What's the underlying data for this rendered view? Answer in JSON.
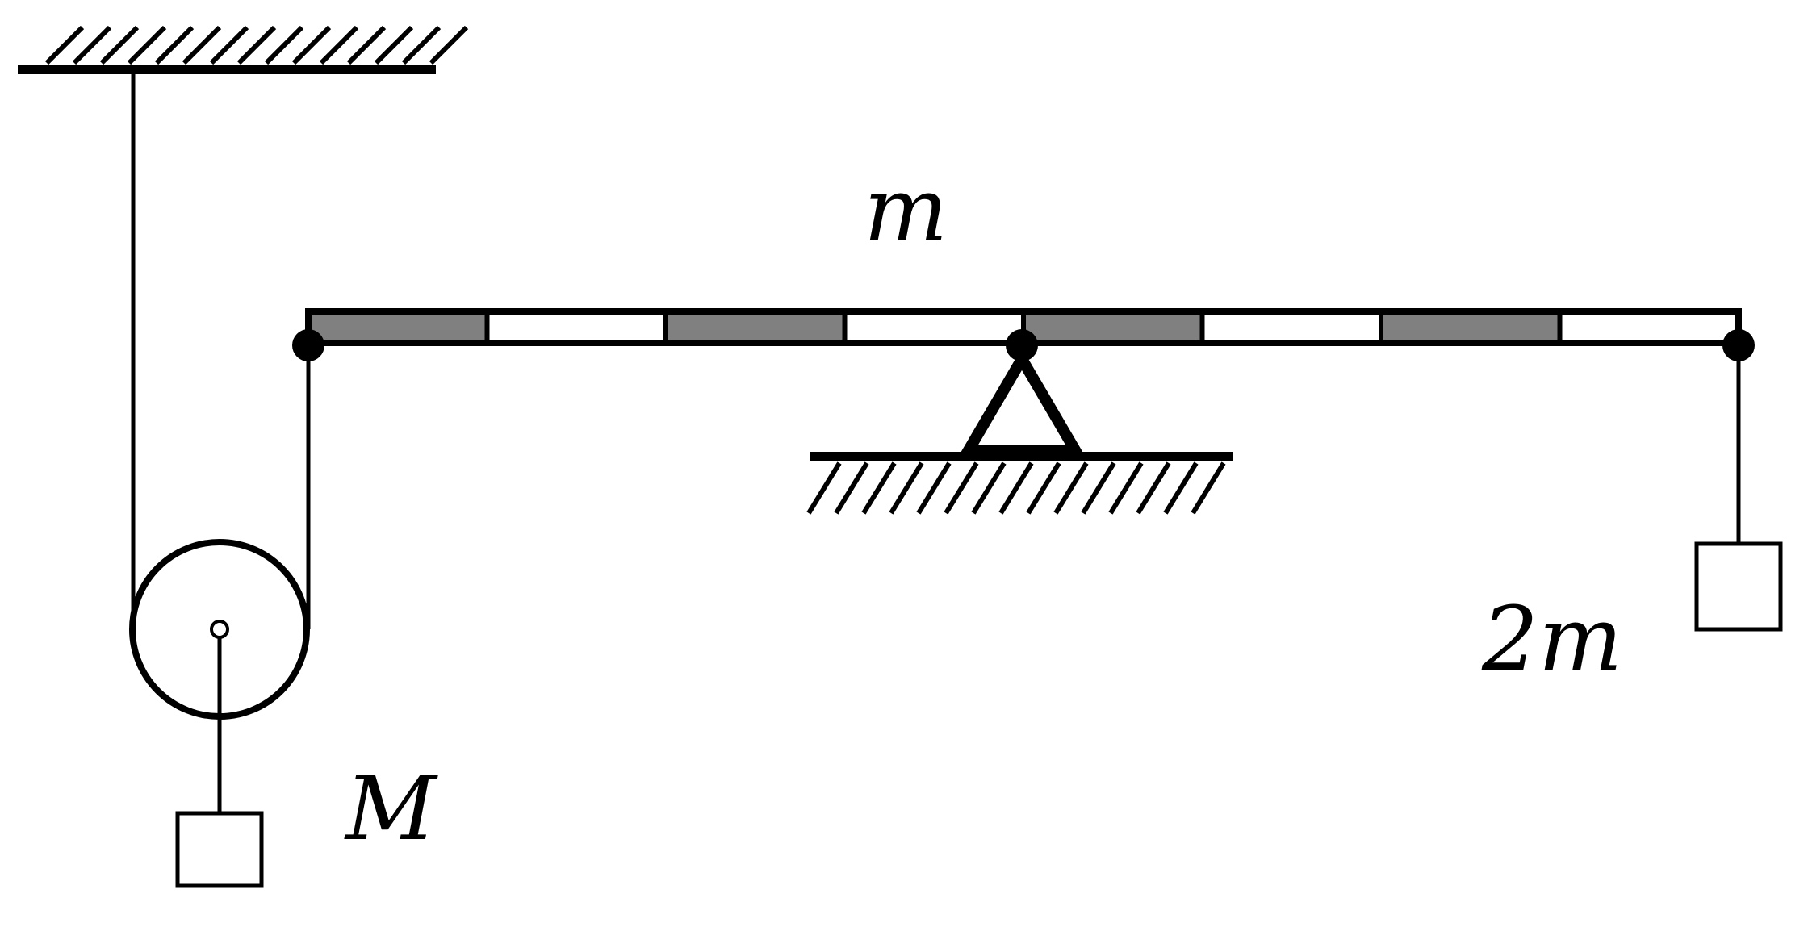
{
  "labels": {
    "beam_mass": "m",
    "right_block_mass": "2m",
    "pulley_block_mass": "M"
  },
  "beam": {
    "segments": 8,
    "shaded_segments": [
      0,
      2,
      4,
      6
    ]
  },
  "colors": {
    "ink": "#000000",
    "segment_fill": "#808080",
    "background": "#ffffff"
  }
}
